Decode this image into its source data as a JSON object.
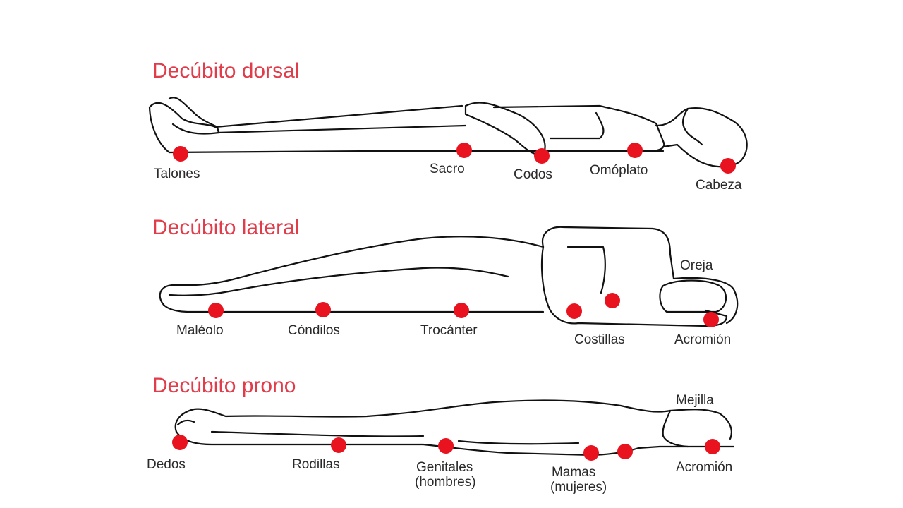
{
  "colors": {
    "title": "#e03c4a",
    "pressure_point": "#e8131f",
    "outline": "#111111",
    "label": "#2a2a2a"
  },
  "panels": [
    {
      "title": "Decúbito dorsal",
      "labels": [
        "Talones",
        "Sacro",
        "Codos",
        "Omóplato",
        "Cabeza"
      ]
    },
    {
      "title": "Decúbito lateral",
      "labels": [
        "Maléolo",
        "Cóndilos",
        "Trocánter",
        "Costillas",
        "Acromión",
        "Oreja"
      ]
    },
    {
      "title": "Decúbito prono",
      "labels": [
        "Dedos",
        "Rodillas",
        "Genitales",
        "(hombres)",
        "Mamas",
        "(mujeres)",
        "Acromión",
        "Mejilla"
      ]
    }
  ]
}
